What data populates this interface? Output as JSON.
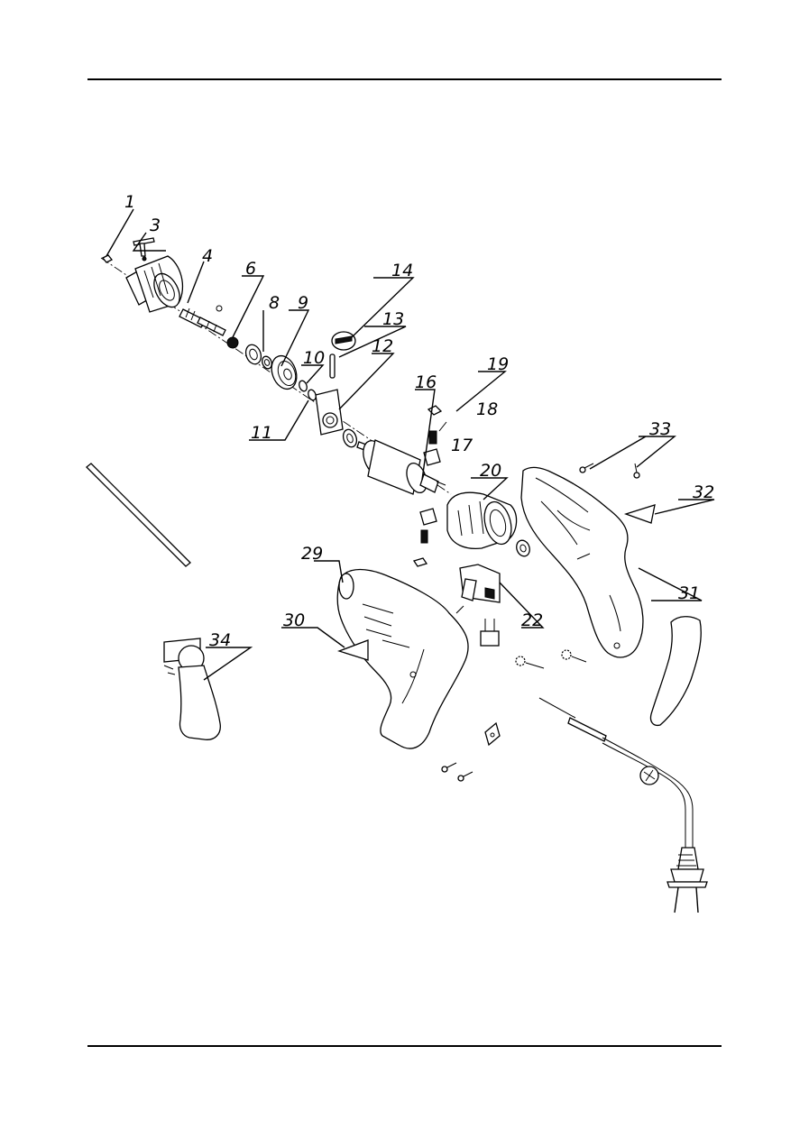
{
  "diagram": {
    "callouts": [
      {
        "id": "c1",
        "label": "1"
      },
      {
        "id": "c3",
        "label": "3"
      },
      {
        "id": "c4",
        "label": "4"
      },
      {
        "id": "c6",
        "label": "6"
      },
      {
        "id": "c8",
        "label": "8"
      },
      {
        "id": "c9",
        "label": "9"
      },
      {
        "id": "c10",
        "label": "10"
      },
      {
        "id": "c11",
        "label": "11"
      },
      {
        "id": "c12",
        "label": "12"
      },
      {
        "id": "c13",
        "label": "13"
      },
      {
        "id": "c14",
        "label": "14"
      },
      {
        "id": "c16",
        "label": "16"
      },
      {
        "id": "c17",
        "label": "17"
      },
      {
        "id": "c18",
        "label": "18"
      },
      {
        "id": "c19",
        "label": "19"
      },
      {
        "id": "c20",
        "label": "20"
      },
      {
        "id": "c22",
        "label": "22"
      },
      {
        "id": "c29",
        "label": "29"
      },
      {
        "id": "c30",
        "label": "30"
      },
      {
        "id": "c31",
        "label": "31"
      },
      {
        "id": "c32",
        "label": "32"
      },
      {
        "id": "c33",
        "label": "33"
      },
      {
        "id": "c34",
        "label": "34"
      }
    ]
  }
}
